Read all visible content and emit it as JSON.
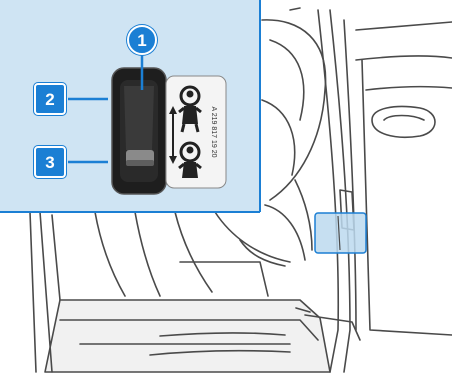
{
  "figure": {
    "callouts": [
      {
        "id": "1",
        "label": "1",
        "shape": "circle",
        "refers_to": "child-lock switch"
      },
      {
        "id": "2",
        "label": "2",
        "shape": "square",
        "refers_to": "switch upper position"
      },
      {
        "id": "3",
        "label": "3",
        "shape": "square",
        "refers_to": "switch lower position"
      }
    ],
    "sticker_text": "A 219 817 19 20",
    "colors": {
      "callout_fill": "#1b7fd4",
      "inset_background": "#cfe4f3",
      "highlight_box": "#bcd9ee",
      "line_art": "#4a4a4a"
    },
    "icons": [
      "child-seated-icon-top",
      "child-seated-icon-bottom",
      "double-arrow-icon"
    ]
  }
}
